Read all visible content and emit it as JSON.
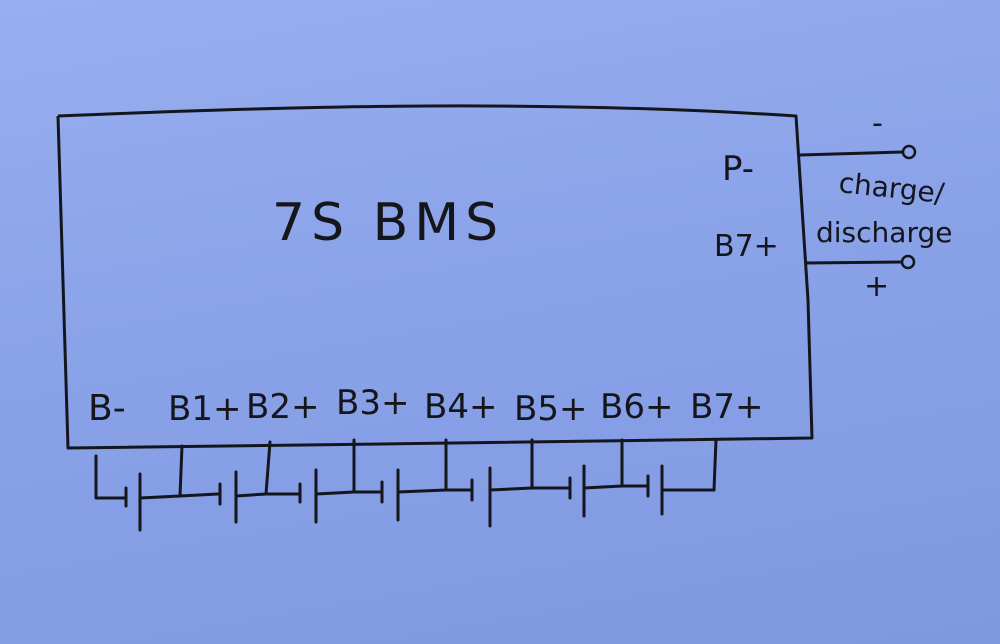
{
  "diagram": {
    "title": "7S BMS",
    "right_terminals": {
      "p_minus": "P-",
      "b7_plus": "B7+"
    },
    "polarity": {
      "minus": "-",
      "plus": "+"
    },
    "charge_label": {
      "line1": "charge/",
      "line2": "discharge"
    },
    "bottom_terminals": [
      "B-",
      "B1+",
      "B2+",
      "B3+",
      "B4+",
      "B5+",
      "B6+",
      "B7+"
    ],
    "ink_color": "#15161c",
    "paper_color": "#8ea6ea"
  }
}
